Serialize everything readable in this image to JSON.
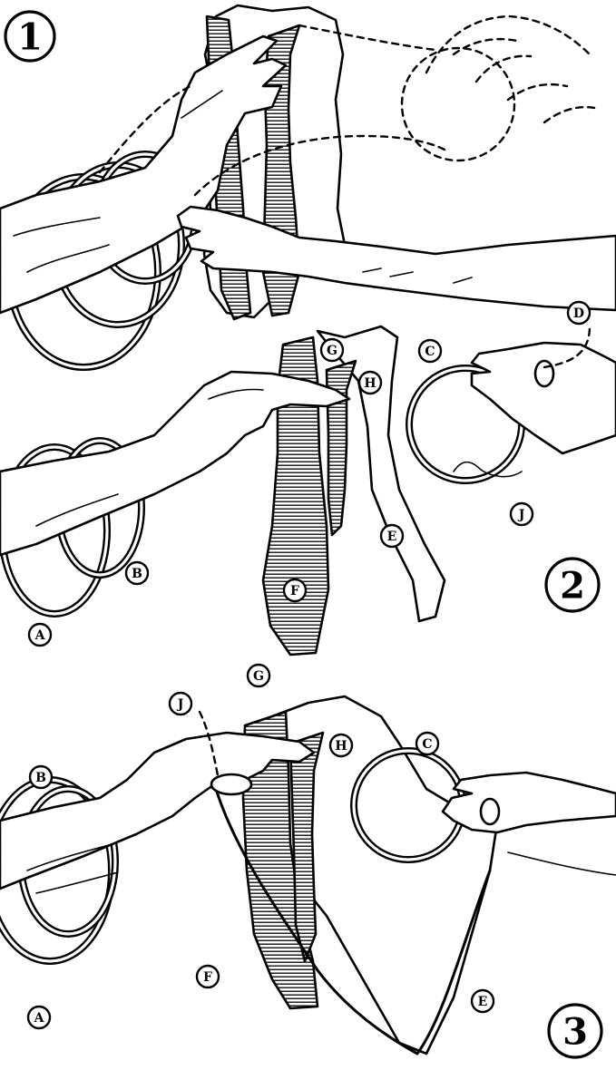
{
  "panels": [
    {
      "number": "1"
    },
    {
      "number": "2"
    },
    {
      "number": "3"
    }
  ],
  "labels": {
    "p2_A": "A",
    "p2_B": "B",
    "p2_C": "C",
    "p2_D": "D",
    "p2_E": "E",
    "p2_F": "F",
    "p2_G": "G",
    "p2_H": "H",
    "p2_J": "J",
    "p3_A": "A",
    "p3_B": "B",
    "p3_C": "C",
    "p3_E": "E",
    "p3_F": "F",
    "p3_G": "G",
    "p3_H": "H",
    "p3_J": "J"
  }
}
